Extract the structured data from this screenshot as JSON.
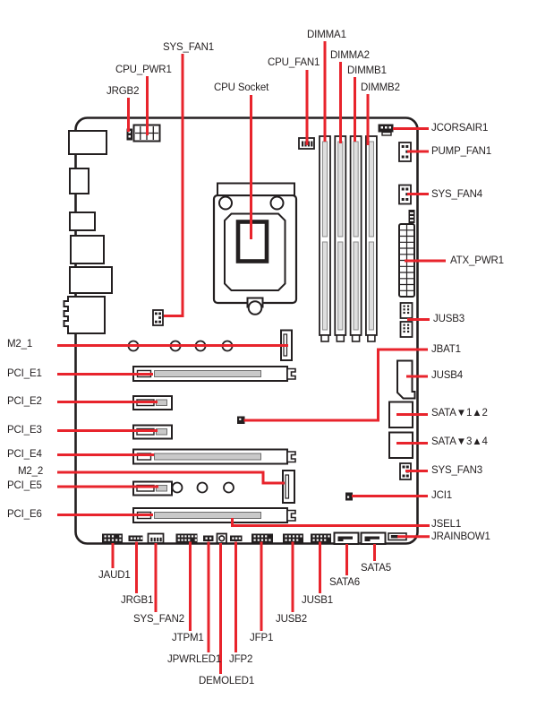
{
  "figure": {
    "kind": "motherboard-connector-overview-diagram",
    "colors": {
      "leader_red": "#E8242C",
      "ink": "#231F20",
      "slot_gray": "#C9C9C9",
      "background": "#FFFFFF"
    }
  },
  "labels": {
    "top": {
      "dimma1": "DIMMA1",
      "sys_fan1": "SYS_FAN1",
      "dimma2": "DIMMA2",
      "cpu_fan1": "CPU_FAN1",
      "cpu_pwr1": "CPU_PWR1",
      "dimmb1": "DIMMB1",
      "cpu_socket": "CPU Socket",
      "jrgb2": "JRGB2",
      "dimmb2": "DIMMB2"
    },
    "right": {
      "jcorsair1": "JCORSAIR1",
      "pump_fan1": "PUMP_FAN1",
      "sys_fan4": "SYS_FAN4",
      "atx_pwr1": "ATX_PWR1",
      "jusb3": "JUSB3",
      "jbat1": "JBAT1",
      "jusb4": "JUSB4",
      "sata12": "SATA▼1▲2",
      "sata34": "SATA▼3▲4",
      "sys_fan3": "SYS_FAN3",
      "jci1": "JCI1",
      "jsel1": "JSEL1",
      "jrainbow1": "JRAINBOW1"
    },
    "left": {
      "m2_1": "M2_1",
      "pci_e1": "PCI_E1",
      "pci_e2": "PCI_E2",
      "pci_e3": "PCI_E3",
      "pci_e4": "PCI_E4",
      "m2_2": "M2_2",
      "pci_e5": "PCI_E5",
      "pci_e6": "PCI_E6"
    },
    "bottom": {
      "jaud1": "JAUD1",
      "jrgb1": "JRGB1",
      "sys_fan2": "SYS_FAN2",
      "jtpm1": "JTPM1",
      "jpwrled1": "JPWRLED1",
      "jfp2": "JFP2",
      "demoled1": "DEMOLED1",
      "jfp1": "JFP1",
      "jusb2": "JUSB2",
      "jusb1": "JUSB1",
      "sata6": "SATA6",
      "sata5": "SATA5"
    }
  }
}
